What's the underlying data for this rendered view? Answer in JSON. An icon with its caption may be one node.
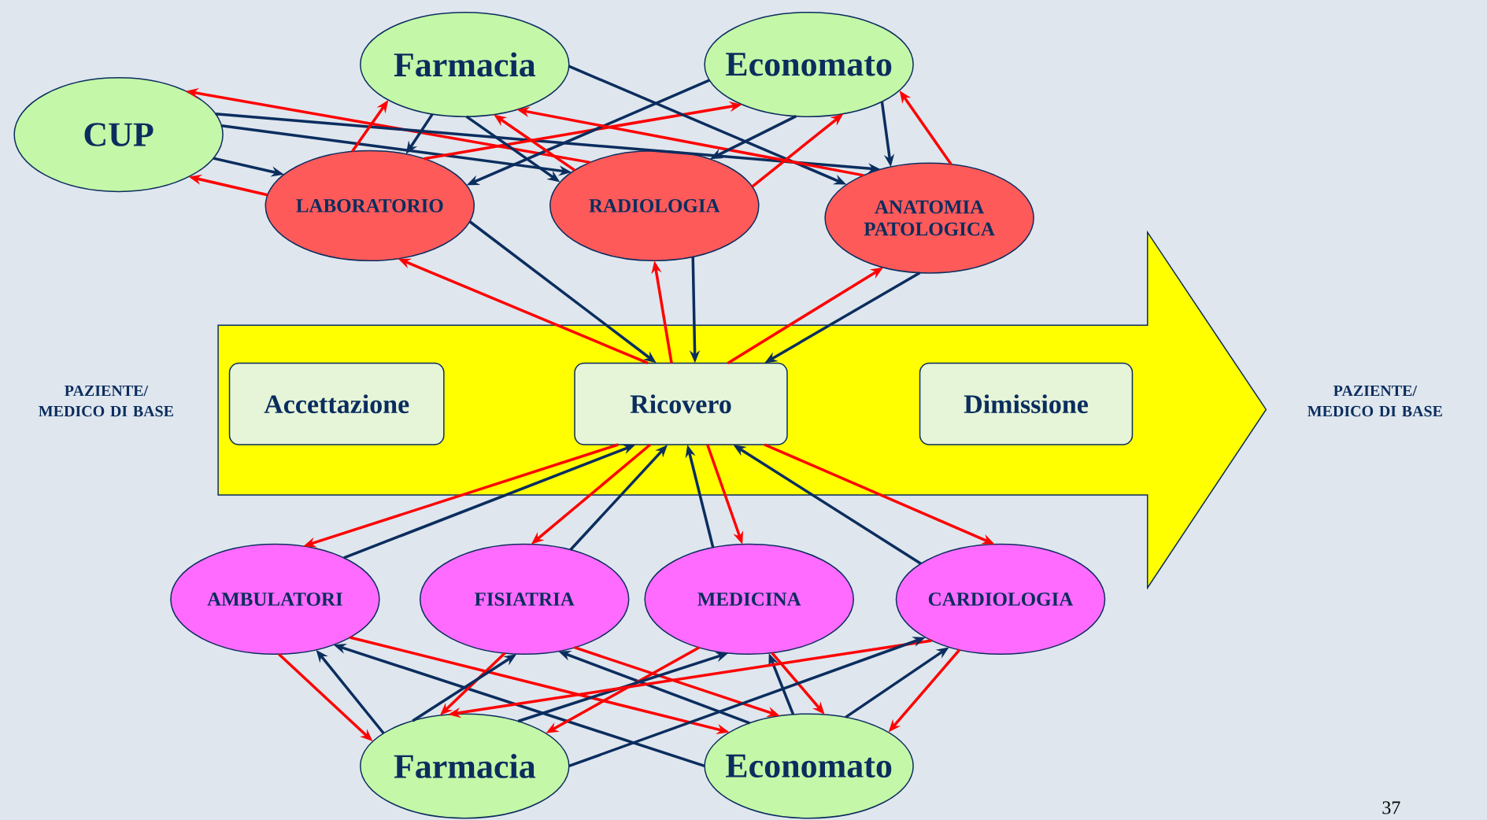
{
  "diagram": {
    "nodes": [
      {
        "text": [
          "Farmacia"
        ]
      },
      {
        "text": [
          "Economato"
        ]
      },
      {
        "text": [
          "CUP"
        ]
      },
      {
        "text": [
          "LABORATORIO"
        ]
      },
      {
        "text": [
          "RADIOLOGIA"
        ]
      },
      {
        "text": [
          "ANATOMIA PATOLOGICA"
        ]
      },
      {
        "text": [],
        "shape": "arrow"
      },
      {
        "text": [
          "Accettazione"
        ],
        "in": 6
      },
      {
        "text": [
          "Ricovero"
        ],
        "in": 6
      },
      {
        "text": [
          "Dimissione"
        ],
        "in": 6
      },
      {
        "text": [
          "AMBULATORI"
        ]
      },
      {
        "text": [
          "FISIATRIA"
        ]
      },
      {
        "text": [
          "MEDICINA"
        ]
      },
      {
        "text": [
          "CARDIOLOGIA"
        ]
      },
      {
        "text": [
          "Farmacia"
        ]
      },
      {
        "text": [
          "Economato"
        ]
      }
    ],
    "edges": [
      {
        "from": 3,
        "to": 2,
        "arrow": "to",
        "color": "#ff0000"
      },
      {
        "from": 2,
        "to": 3,
        "arrow": "to"
      },
      {
        "from": 4,
        "to": 2,
        "arrow": "to",
        "color": "#ff0000"
      },
      {
        "from": 2,
        "to": 4,
        "arrow": "to"
      },
      {
        "from": 2,
        "to": 5,
        "arrow": "to"
      },
      {
        "from": 3,
        "to": 0,
        "arrow": "to",
        "color": "#ff0000"
      },
      {
        "from": 0,
        "to": 3,
        "arrow": "to"
      },
      {
        "from": 3,
        "to": 1,
        "arrow": "to",
        "color": "#ff0000"
      },
      {
        "from": 1,
        "to": 3,
        "arrow": "to"
      },
      {
        "from": 0,
        "to": 4,
        "arrow": "to"
      },
      {
        "from": 4,
        "to": 0,
        "arrow": "to",
        "color": "#ff0000"
      },
      {
        "from": 0,
        "to": 5,
        "arrow": "to"
      },
      {
        "from": 5,
        "to": 0,
        "arrow": "to",
        "color": "#ff0000"
      },
      {
        "from": 1,
        "to": 4,
        "arrow": "to"
      },
      {
        "from": 4,
        "to": 1,
        "arrow": "to",
        "color": "#ff0000"
      },
      {
        "from": 1,
        "to": 5,
        "arrow": "to"
      },
      {
        "from": 5,
        "to": 1,
        "arrow": "to",
        "color": "#ff0000"
      },
      {
        "from": 8,
        "to": 3,
        "arrow": "to",
        "color": "#ff0000"
      },
      {
        "from": 3,
        "to": 8,
        "arrow": "to"
      },
      {
        "from": 8,
        "to": 4,
        "arrow": "to",
        "color": "#ff0000"
      },
      {
        "from": 4,
        "to": 8,
        "arrow": "to"
      },
      {
        "from": 8,
        "to": 5,
        "arrow": "to",
        "color": "#ff0000"
      },
      {
        "from": 5,
        "to": 8,
        "arrow": "to"
      },
      {
        "from": 8,
        "to": 10,
        "arrow": "to",
        "color": "#ff0000"
      },
      {
        "from": 10,
        "to": 8,
        "arrow": "to"
      },
      {
        "from": 8,
        "to": 11,
        "arrow": "to",
        "color": "#ff0000"
      },
      {
        "from": 11,
        "to": 8,
        "arrow": "to"
      },
      {
        "from": 12,
        "to": 8,
        "arrow": "to"
      },
      {
        "from": 8,
        "to": 12,
        "arrow": "to",
        "color": "#ff0000"
      },
      {
        "from": 13,
        "to": 8,
        "arrow": "to"
      },
      {
        "from": 8,
        "to": 13,
        "arrow": "to",
        "color": "#ff0000"
      },
      {
        "from": 10,
        "to": 14,
        "arrow": "to",
        "color": "#ff0000"
      },
      {
        "from": 14,
        "to": 10,
        "arrow": "to"
      },
      {
        "from": 10,
        "to": 15,
        "arrow": "to",
        "color": "#ff0000"
      },
      {
        "from": 15,
        "to": 10,
        "arrow": "to"
      },
      {
        "from": 11,
        "to": 14,
        "arrow": "to",
        "color": "#ff0000"
      },
      {
        "from": 14,
        "to": 11,
        "arrow": "to"
      },
      {
        "from": 11,
        "to": 15,
        "arrow": "to",
        "color": "#ff0000"
      },
      {
        "from": 15,
        "to": 11,
        "arrow": "to"
      },
      {
        "from": 12,
        "to": 14,
        "arrow": "to",
        "color": "#ff0000"
      },
      {
        "from": 14,
        "to": 12,
        "arrow": "to"
      },
      {
        "from": 12,
        "to": 15,
        "arrow": "to",
        "color": "#ff0000"
      },
      {
        "from": 15,
        "to": 12,
        "arrow": "to"
      },
      {
        "from": 13,
        "to": 14,
        "arrow": "to",
        "color": "#ff0000"
      },
      {
        "from": 14,
        "to": 13,
        "arrow": "to"
      },
      {
        "from": 13,
        "to": 15,
        "arrow": "to",
        "color": "#ff0000"
      },
      {
        "from": 15,
        "to": 13,
        "arrow": "to"
      }
    ],
    "labels": [
      "PAZIENTE/ MEDICO DI BASE",
      "PAZIENTE/ MEDICO DI BASE",
      "37"
    ]
  }
}
